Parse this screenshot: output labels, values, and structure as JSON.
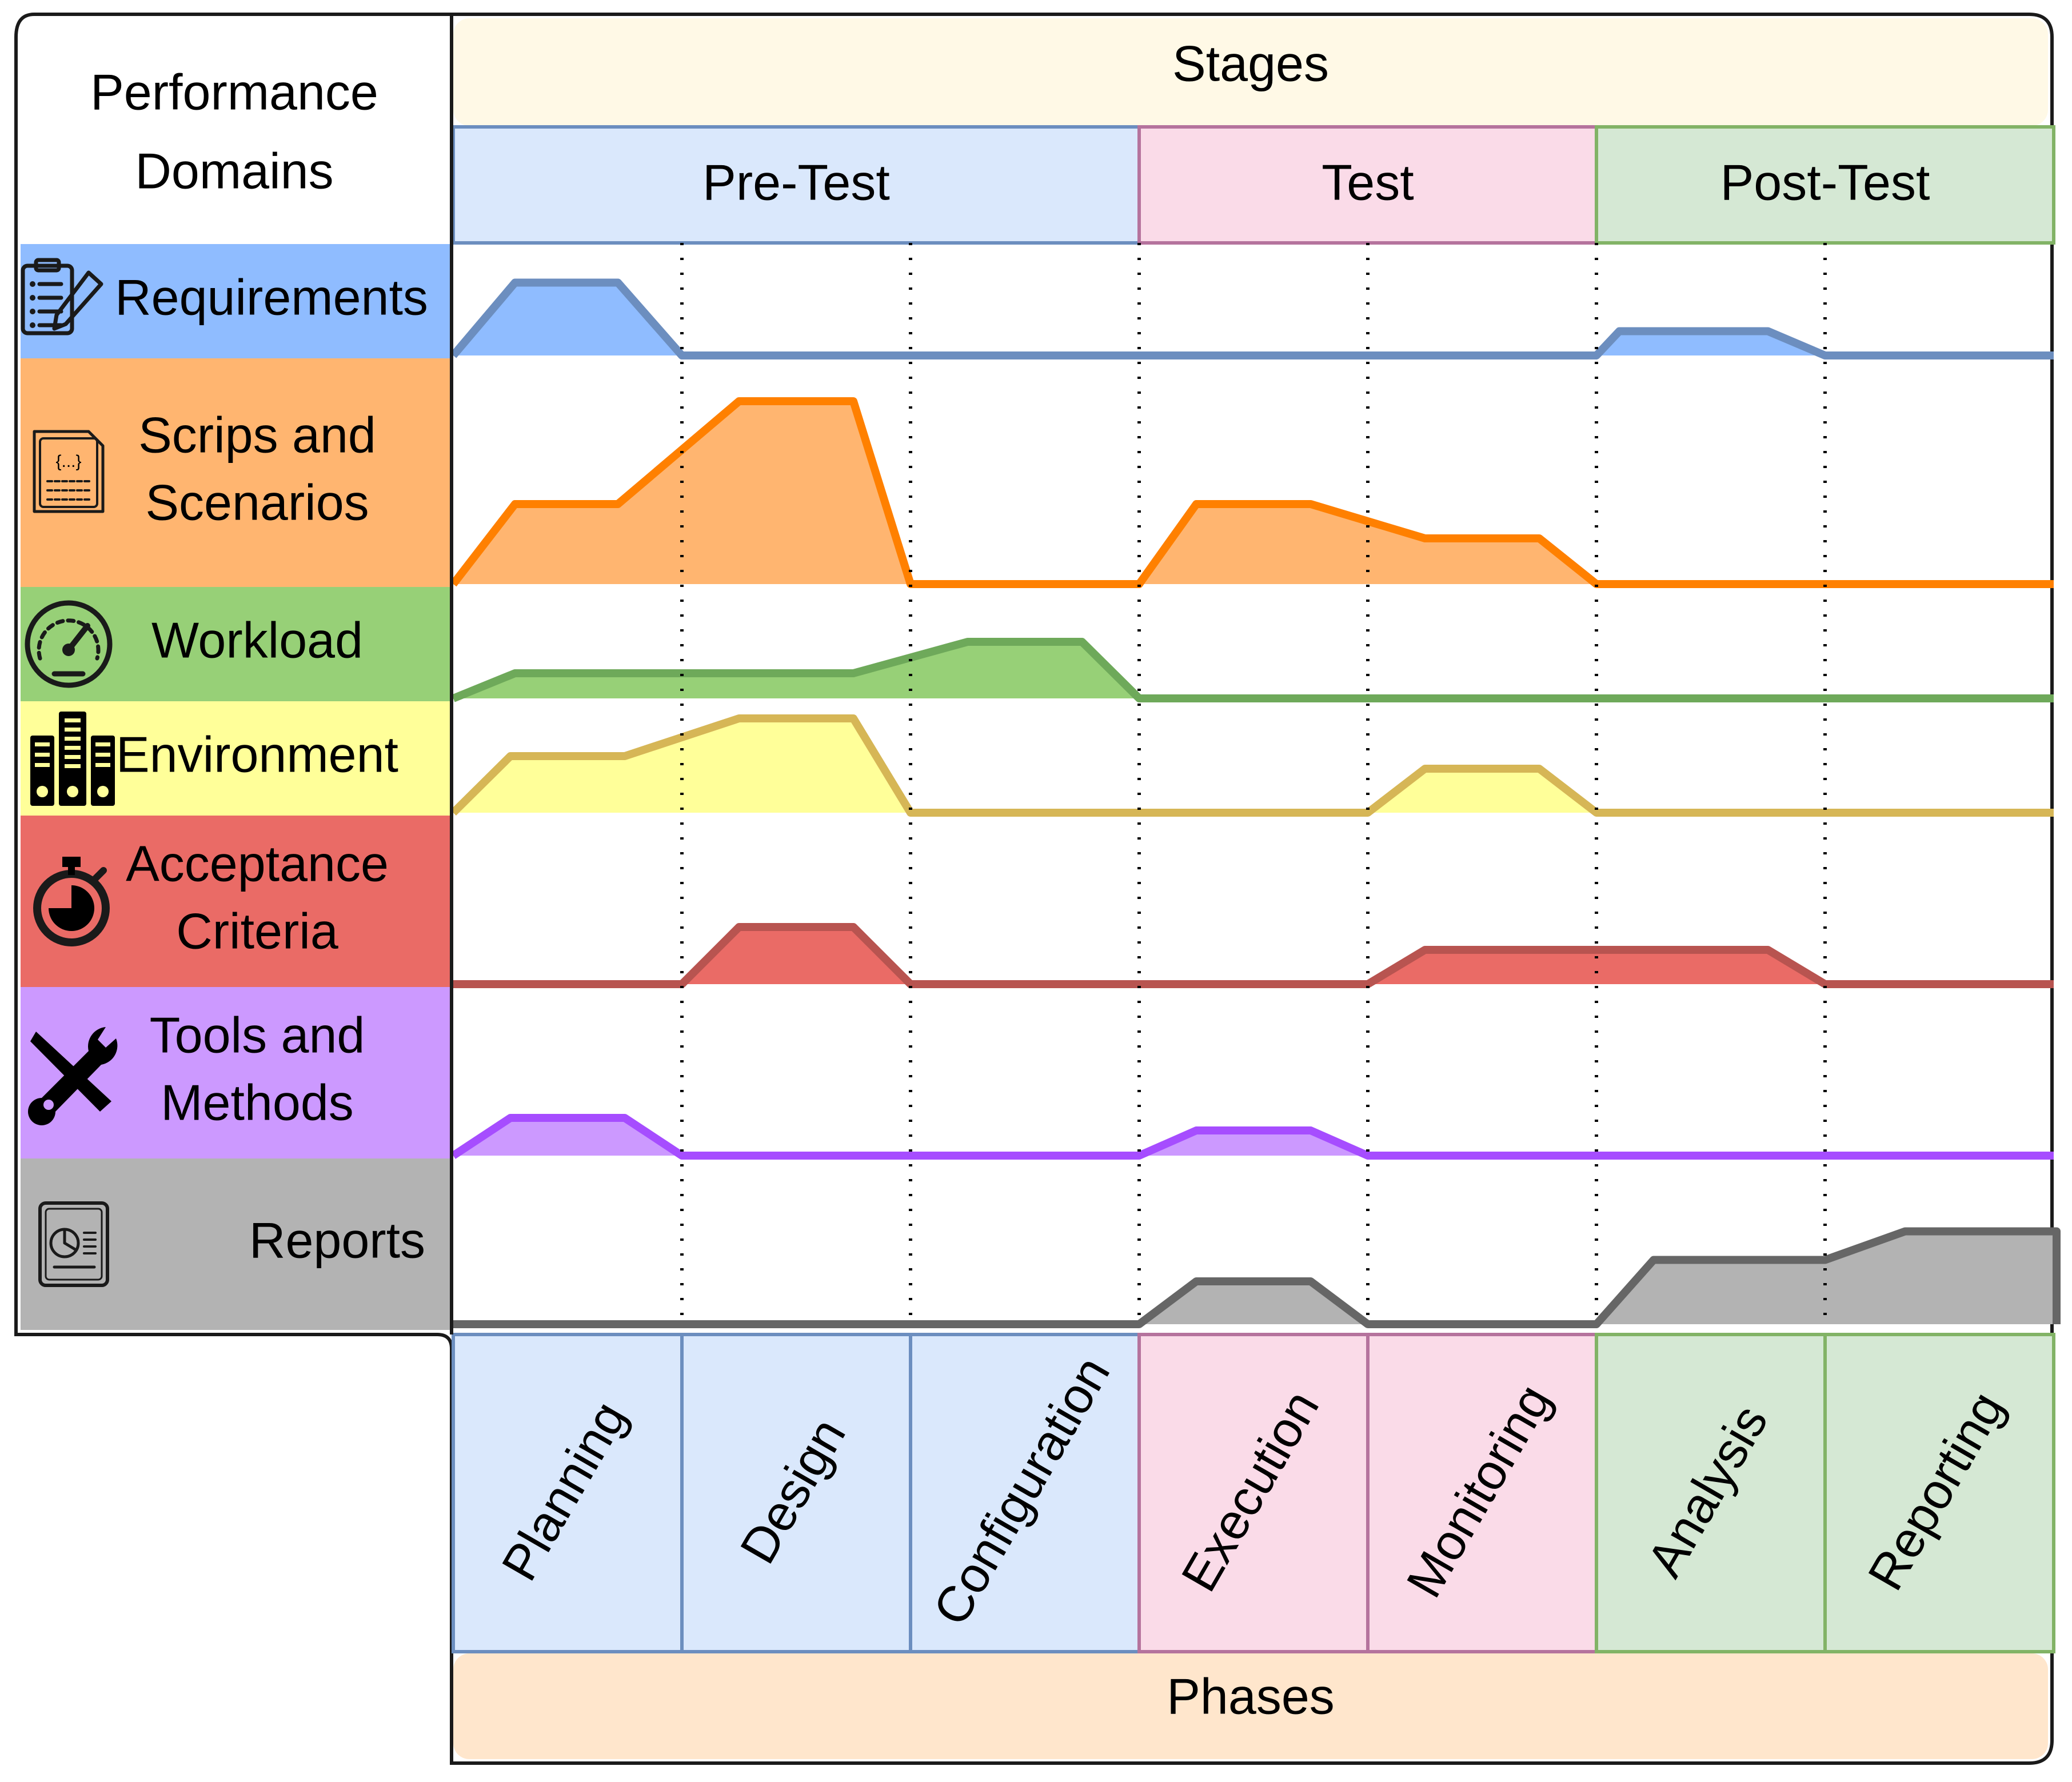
{
  "header": {
    "corner_title_line1": "Performance",
    "corner_title_line2": "Domains",
    "stages_title": "Stages",
    "phases_title": "Phases"
  },
  "stages": [
    {
      "label": "Pre-Test",
      "fill": "#dae8fc",
      "stroke": "#6c8ebf"
    },
    {
      "label": "Test",
      "fill": "#fadbe8",
      "stroke": "#b5739d"
    },
    {
      "label": "Post-Test",
      "fill": "#d5e8d4",
      "stroke": "#82b366"
    }
  ],
  "phases": [
    {
      "label": "Planning",
      "stage": 0
    },
    {
      "label": "Design",
      "stage": 0
    },
    {
      "label": "Configuration",
      "stage": 0
    },
    {
      "label": "Execution",
      "stage": 1
    },
    {
      "label": "Monitoring",
      "stage": 1
    },
    {
      "label": "Analysis",
      "stage": 2
    },
    {
      "label": "Reporting",
      "stage": 2
    }
  ],
  "domains": [
    {
      "label_lines": [
        "Requirements"
      ],
      "icon": "clipboard-icon",
      "fill": "#8fbcff",
      "line": "#6c8ebf",
      "area": "#8fbcff",
      "profile": [
        [
          0,
          0
        ],
        [
          0.27,
          0.75
        ],
        [
          0.72,
          0.75
        ],
        [
          1,
          0
        ],
        [
          5,
          0
        ],
        [
          5.1,
          0.25
        ],
        [
          5.75,
          0.25
        ],
        [
          6,
          0
        ],
        [
          7,
          0
        ]
      ]
    },
    {
      "label_lines": [
        "Scrips and",
        "Scenarios"
      ],
      "icon": "script-file-icon",
      "fill": "#ffb570",
      "line": "#ff8000",
      "area": "#ffb570",
      "profile": [
        [
          0,
          0
        ],
        [
          0.27,
          0.35
        ],
        [
          0.72,
          0.35
        ],
        [
          1.25,
          0.8
        ],
        [
          1.75,
          0.8
        ],
        [
          2,
          0
        ],
        [
          3,
          0
        ],
        [
          3.25,
          0.35
        ],
        [
          3.75,
          0.35
        ],
        [
          4.25,
          0.2
        ],
        [
          4.75,
          0.2
        ],
        [
          5,
          0
        ],
        [
          7,
          0
        ]
      ]
    },
    {
      "label_lines": [
        "Workload"
      ],
      "icon": "gauge-icon",
      "fill": "#97d077",
      "line": "#6ea95a",
      "area": "#97d077",
      "profile": [
        [
          0,
          0
        ],
        [
          0.27,
          0.2
        ],
        [
          1.75,
          0.2
        ],
        [
          2.25,
          0.45
        ],
        [
          2.75,
          0.45
        ],
        [
          3,
          0
        ],
        [
          7,
          0
        ]
      ]
    },
    {
      "label_lines": [
        "Environment"
      ],
      "icon": "server-icon",
      "fill": "#ffff99",
      "line": "#d6b656",
      "area": "#ffff99",
      "profile": [
        [
          0,
          0
        ],
        [
          0.25,
          0.45
        ],
        [
          0.75,
          0.45
        ],
        [
          1.25,
          0.75
        ],
        [
          1.75,
          0.75
        ],
        [
          2,
          0
        ],
        [
          4,
          0
        ],
        [
          4.25,
          0.35
        ],
        [
          4.75,
          0.35
        ],
        [
          5,
          0
        ],
        [
          7,
          0
        ]
      ]
    },
    {
      "label_lines": [
        "Acceptance",
        "Criteria"
      ],
      "icon": "stopwatch-icon",
      "fill": "#ea6b66",
      "line": "#b85450",
      "area": "#ea6b66",
      "profile": [
        [
          0,
          0
        ],
        [
          1,
          0
        ],
        [
          1.25,
          0.25
        ],
        [
          1.75,
          0.25
        ],
        [
          2,
          0
        ],
        [
          4,
          0
        ],
        [
          4.25,
          0.15
        ],
        [
          5.75,
          0.15
        ],
        [
          6,
          0
        ],
        [
          7,
          0
        ]
      ]
    },
    {
      "label_lines": [
        "Tools and",
        "Methods"
      ],
      "icon": "tools-icon",
      "fill": "#cc99ff",
      "line": "#a64dff",
      "area": "#cc99ff",
      "profile": [
        [
          0,
          0
        ],
        [
          0.25,
          0.3
        ],
        [
          0.75,
          0.3
        ],
        [
          1,
          0
        ],
        [
          3,
          0
        ],
        [
          3.25,
          0.2
        ],
        [
          3.75,
          0.2
        ],
        [
          4,
          0
        ],
        [
          7,
          0
        ]
      ]
    },
    {
      "label_lines": [
        "Reports"
      ],
      "icon": "report-icon",
      "fill": "#b3b3b3",
      "line": "#666666",
      "area": "#b3b3b3",
      "profile": [
        [
          0,
          0
        ],
        [
          3,
          0
        ],
        [
          3.25,
          0.3
        ],
        [
          3.75,
          0.3
        ],
        [
          4,
          0
        ],
        [
          5,
          0
        ],
        [
          5.25,
          0.45
        ],
        [
          6,
          0.45
        ],
        [
          6.35,
          0.65
        ],
        [
          7.8,
          0.65
        ],
        [
          8,
          0
        ]
      ]
    }
  ],
  "colors": {
    "stages_band": "#fff9e6",
    "phases_band": "#ffe6cc",
    "divider": "#000000"
  }
}
